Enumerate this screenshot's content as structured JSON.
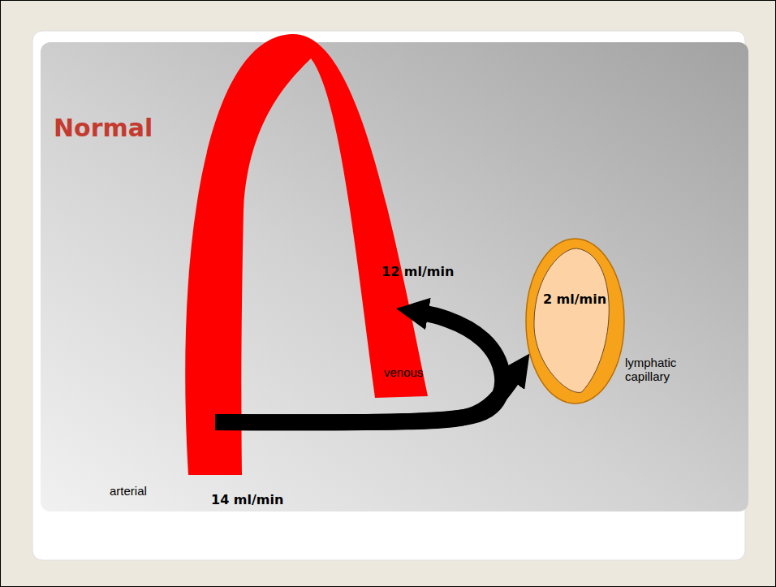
{
  "diagram": {
    "title": "Normal",
    "nodes": [
      {
        "text": [
          "arterial",
          "14 ml/min"
        ]
      },
      {
        "text": [
          "12 ml/min",
          "venous"
        ]
      },
      {
        "text": [
          "2 ml/min",
          "lymphatic capillary"
        ]
      }
    ],
    "edges": [
      {
        "from": 0,
        "to": 1,
        "arrow": "to"
      },
      {
        "from": 0,
        "to": 2,
        "arrow": "to"
      }
    ]
  }
}
